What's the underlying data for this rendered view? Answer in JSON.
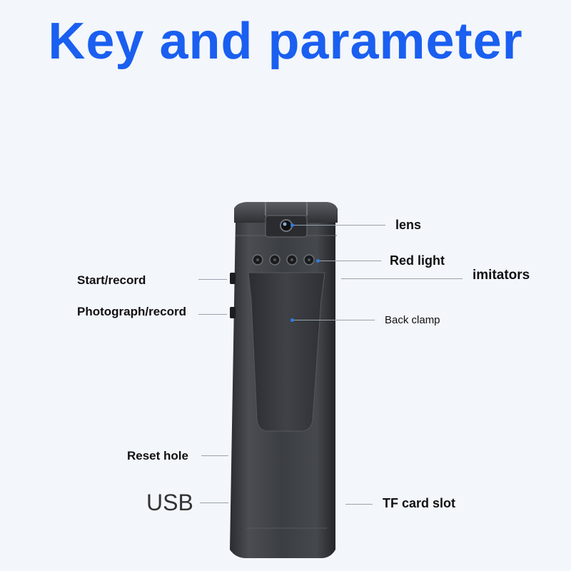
{
  "page": {
    "title": "Key and parameter",
    "title_color": "#1a5ff0"
  },
  "labels": {
    "lens": "lens",
    "red_light": "Red light",
    "imitators": "imitators",
    "start_record": "Start/record",
    "photograph_record": "Photograph/record",
    "back_clamp": "Back clamp",
    "reset_hole": "Reset hole",
    "usb": "USB",
    "tf_card_slot": "TF card slot"
  },
  "colors": {
    "device_body": "#3a3d42",
    "device_dark": "#1f2124",
    "accent_dot": "#2f7de1"
  }
}
